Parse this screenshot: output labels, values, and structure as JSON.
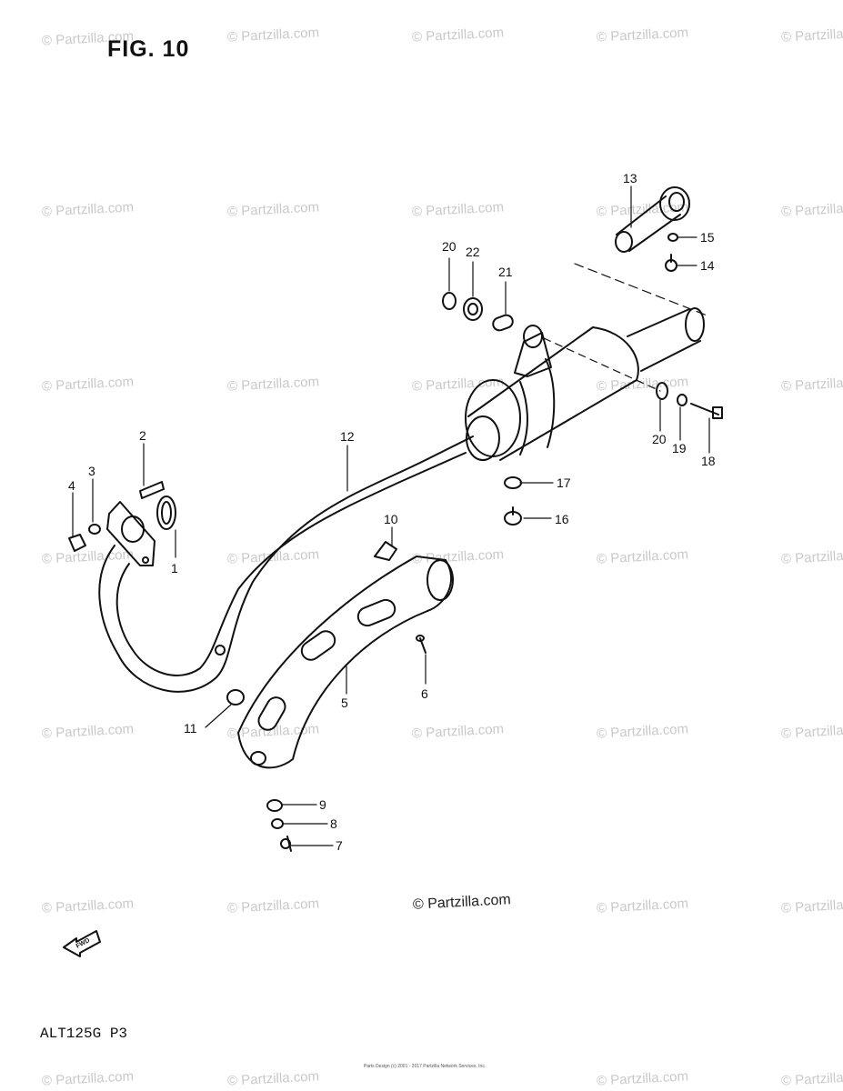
{
  "figure": {
    "title": "FIG. 10",
    "model_code": "ALT125G  P3",
    "watermark_text": "© Partzilla.com",
    "center_watermark": "© Partzilla.com",
    "fine_print": "Parts Design (c) 2001 - 2017 Partzilla Network Services, Inc.",
    "fwd_label": "FWD"
  },
  "callouts": [
    "1",
    "2",
    "3",
    "4",
    "5",
    "6",
    "7",
    "8",
    "9",
    "10",
    "11",
    "12",
    "13",
    "14",
    "15",
    "16",
    "17",
    "18",
    "19",
    "20",
    "20",
    "21",
    "22"
  ],
  "colors": {
    "ink": "#111111",
    "watermark": "#c9c9c9",
    "background": "#ffffff"
  }
}
